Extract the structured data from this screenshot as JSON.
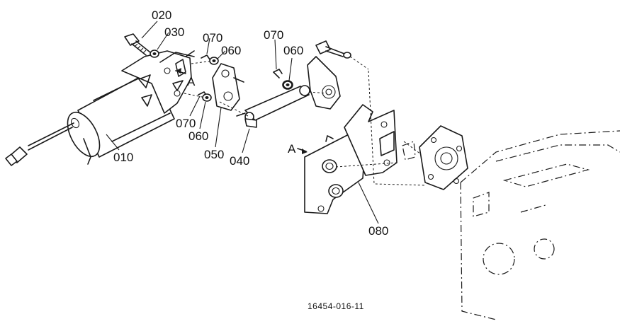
{
  "labels": {
    "p010": "010",
    "p020": "020",
    "p030": "030",
    "p040": "040",
    "p050": "050",
    "p060a": "060",
    "p060b": "060",
    "p060c": "060",
    "p070a": "070",
    "p070b": "070",
    "p070c": "070",
    "p080": "080",
    "ref_a1": "A",
    "ref_a2": "A"
  },
  "drawing_code": "16454-016-11"
}
